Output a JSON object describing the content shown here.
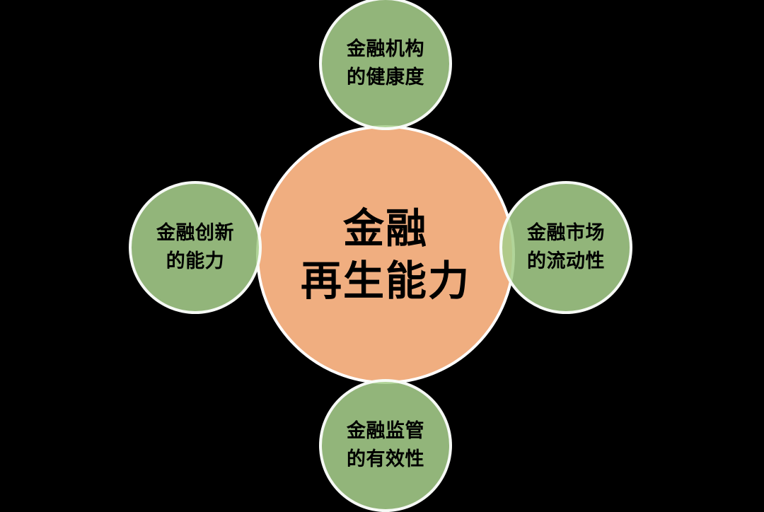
{
  "diagram": {
    "type": "venn-hub-and-spoke",
    "background_color": "#000000",
    "core": {
      "name": "financial-regeneration-capacity",
      "fill_color": "#F0AE80",
      "border_color": "#FFFFFF",
      "text_color": "#000000",
      "lines": [
        "金融",
        "再生能力"
      ]
    },
    "satellites": [
      {
        "position": "top",
        "name": "financial-institution-health",
        "fill_color": "#A6CE8D",
        "border_color": "#FFFFFF",
        "text_color": "#000000",
        "lines": [
          "金融机构",
          "的健康度"
        ]
      },
      {
        "position": "right",
        "name": "financial-market-liquidity",
        "fill_color": "#A6CE8D",
        "border_color": "#FFFFFF",
        "text_color": "#000000",
        "lines": [
          "金融市场",
          "的流动性"
        ]
      },
      {
        "position": "bottom",
        "name": "financial-regulation-effectiveness",
        "fill_color": "#A6CE8D",
        "border_color": "#FFFFFF",
        "text_color": "#000000",
        "lines": [
          "金融监管",
          "的有效性"
        ]
      },
      {
        "position": "left",
        "name": "financial-innovation-capability",
        "fill_color": "#A6CE8D",
        "border_color": "#FFFFFF",
        "text_color": "#000000",
        "lines": [
          "金融创新",
          "的能力"
        ]
      }
    ],
    "overlap_color": "#C2CB8C"
  }
}
